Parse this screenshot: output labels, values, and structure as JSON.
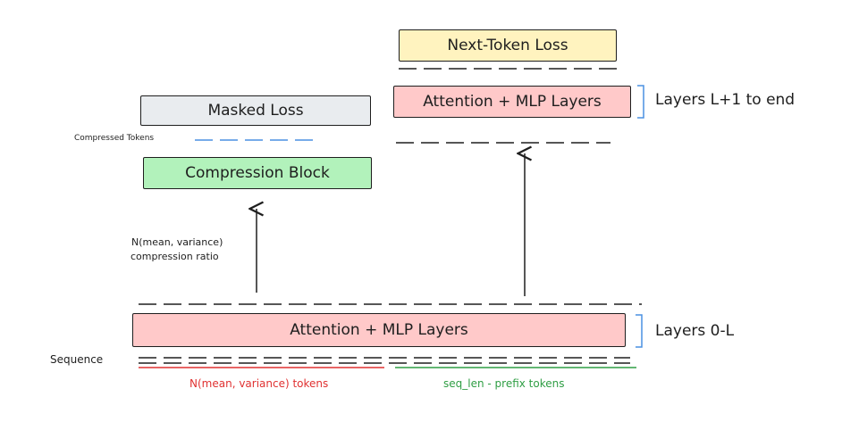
{
  "boxes": {
    "next_token_loss": "Next-Token Loss",
    "attention_top": "Attention + MLP Layers",
    "masked_loss": "Masked Loss",
    "compression_block": "Compression Block",
    "attention_bottom": "Attention + MLP Layers"
  },
  "labels": {
    "layers_top": "Layers L+1 to end",
    "layers_bottom": "Layers 0-L",
    "compressed_tokens": "Compressed Tokens",
    "compression_note_line1": "N(mean, variance)",
    "compression_note_line2": "compression ratio",
    "sequence": "Sequence",
    "prefix_tokens": "N(mean, variance) tokens",
    "rest_tokens": "seq_len - prefix tokens"
  },
  "colors": {
    "yellow_fill": "#fff3bf",
    "red_fill": "#ffc9c9",
    "gray_fill": "#e9ecef",
    "green_fill": "#b2f2bb",
    "blue_accent": "#4a90e2",
    "red_accent": "#e03131",
    "green_accent": "#2f9e44"
  }
}
